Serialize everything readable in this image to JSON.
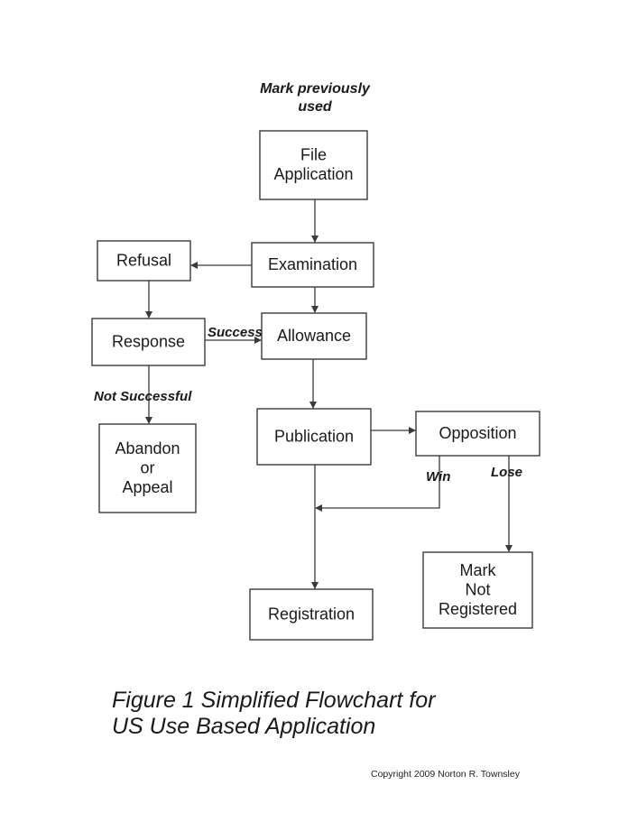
{
  "diagram": {
    "header_note": [
      "Mark previously",
      "used"
    ],
    "nodes": [
      {
        "id": "file",
        "lines": [
          "File",
          "Application"
        ]
      },
      {
        "id": "exam",
        "lines": [
          "Examination"
        ]
      },
      {
        "id": "refusal",
        "lines": [
          "Refusal"
        ]
      },
      {
        "id": "response",
        "lines": [
          "Response"
        ]
      },
      {
        "id": "allowance",
        "lines": [
          "Allowance"
        ]
      },
      {
        "id": "abandon",
        "lines": [
          "Abandon",
          "or",
          "Appeal"
        ]
      },
      {
        "id": "publication",
        "lines": [
          "Publication"
        ]
      },
      {
        "id": "opposition",
        "lines": [
          "Opposition"
        ]
      },
      {
        "id": "markNot",
        "lines": [
          "Mark",
          "Not",
          "Registered"
        ]
      },
      {
        "id": "registration",
        "lines": [
          "Registration"
        ]
      }
    ],
    "edges": [
      {
        "from": "file",
        "to": "exam",
        "label": ""
      },
      {
        "from": "exam",
        "to": "refusal",
        "label": ""
      },
      {
        "from": "exam",
        "to": "allowance",
        "label": ""
      },
      {
        "from": "refusal",
        "to": "response",
        "label": ""
      },
      {
        "from": "response",
        "to": "allowance",
        "label": "Success"
      },
      {
        "from": "response",
        "to": "abandon",
        "label": "Not Successful"
      },
      {
        "from": "allowance",
        "to": "publication",
        "label": ""
      },
      {
        "from": "publication",
        "to": "opposition",
        "label": ""
      },
      {
        "from": "publication",
        "to": "registration",
        "label": ""
      },
      {
        "from": "opposition",
        "to": "registration",
        "label": "Win"
      },
      {
        "from": "opposition",
        "to": "markNot",
        "label": "Lose"
      }
    ]
  },
  "caption": {
    "line1": "Figure 1 Simplified Flowchart for",
    "line2": "US Use Based Application"
  },
  "copyright": "Copyright 2009 Norton R. Townsley"
}
